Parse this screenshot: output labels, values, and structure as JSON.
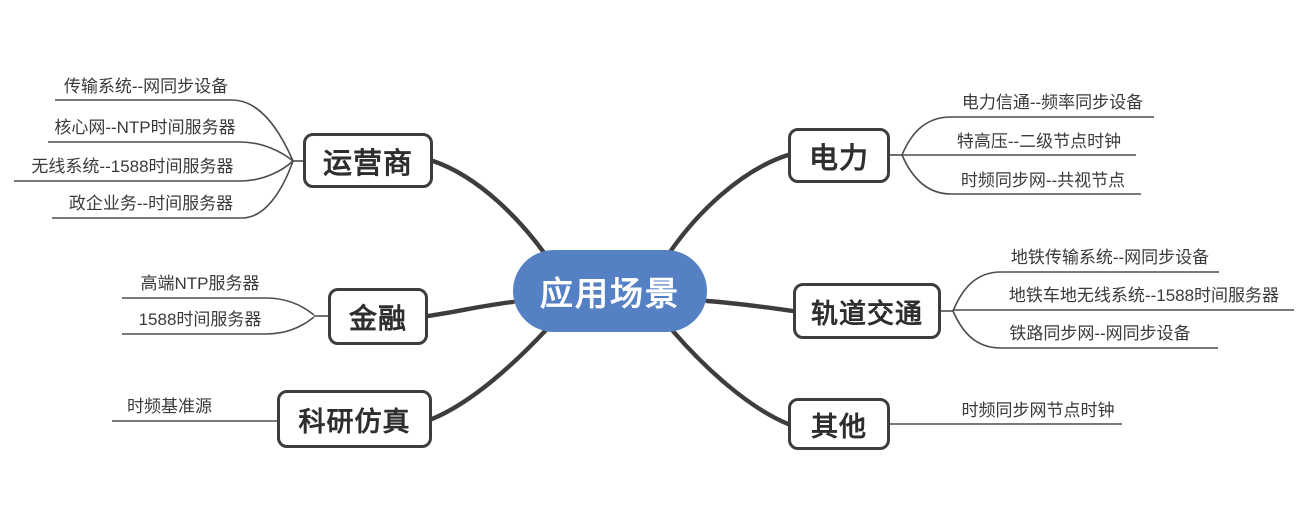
{
  "diagram": {
    "type": "mindmap",
    "center": {
      "label": "应用场景"
    },
    "branches": [
      {
        "id": "operators",
        "label": "运营商",
        "side": "left",
        "leaves": [
          "传输系统--网同步设备",
          "核心网--NTP时间服务器",
          "无线系统--1588时间服务器",
          "政企业务--时间服务器"
        ]
      },
      {
        "id": "finance",
        "label": "金融",
        "side": "left",
        "leaves": [
          "高端NTP服务器",
          "1588时间服务器"
        ]
      },
      {
        "id": "research-simulation",
        "label": "科研仿真",
        "side": "left",
        "leaves": [
          "时频基准源"
        ]
      },
      {
        "id": "power",
        "label": "电力",
        "side": "right",
        "leaves": [
          "电力信通--频率同步设备",
          "特高压--二级节点时钟",
          "时频同步网--共视节点"
        ]
      },
      {
        "id": "rail-transit",
        "label": "轨道交通",
        "side": "right",
        "leaves": [
          "地铁传输系统--网同步设备",
          "地铁车地无线系统--1588时间服务器",
          "铁路同步网--网同步设备"
        ]
      },
      {
        "id": "other",
        "label": "其他",
        "side": "right",
        "leaves": [
          "时频同步网节点时钟"
        ]
      }
    ],
    "colors": {
      "center_fill": "#5581C4",
      "center_text": "#FFFFFF",
      "branch_line": "#3D3D3D",
      "node_border": "#3D3D3D",
      "node_text": "#2E2E2E",
      "leaf_line": "#4D4D4D",
      "leaf_text": "#3A3A3A",
      "background": "#FFFFFF"
    }
  }
}
